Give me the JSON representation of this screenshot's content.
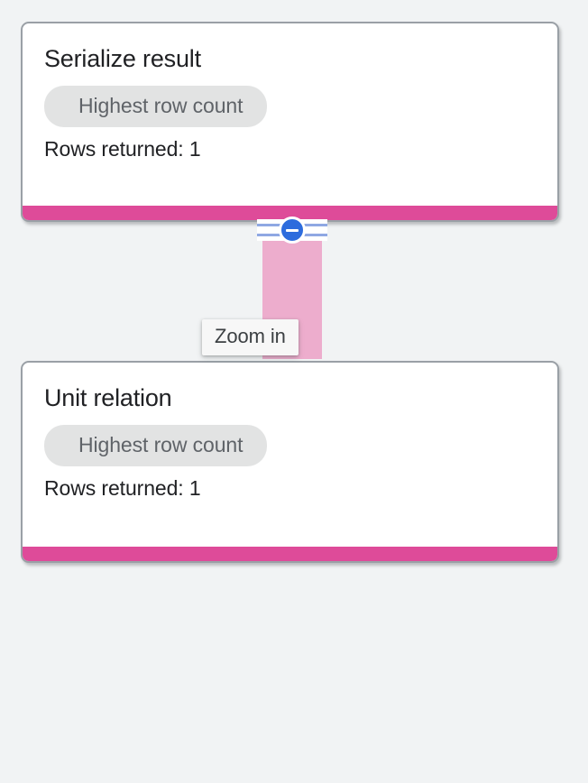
{
  "canvas": {
    "background_color": "#f1f3f4",
    "connector": {
      "name": "execution-edge",
      "color": "#edadcd"
    }
  },
  "nodes": [
    {
      "title": "Serialize result",
      "chip_label": "Highest row count",
      "meta_label": "Rows returned: 1",
      "footer_color": "#de4b99"
    },
    {
      "title": "Unit relation",
      "chip_label": "Highest row count",
      "meta_label": "Rows returned: 1",
      "footer_color": "#de4b99"
    }
  ],
  "zoom_control": {
    "icon": "minus-circle-icon",
    "accent_color": "#2d6cdd",
    "rail_color": "#8fa8e3"
  },
  "tooltip": {
    "text": "Zoom in"
  }
}
